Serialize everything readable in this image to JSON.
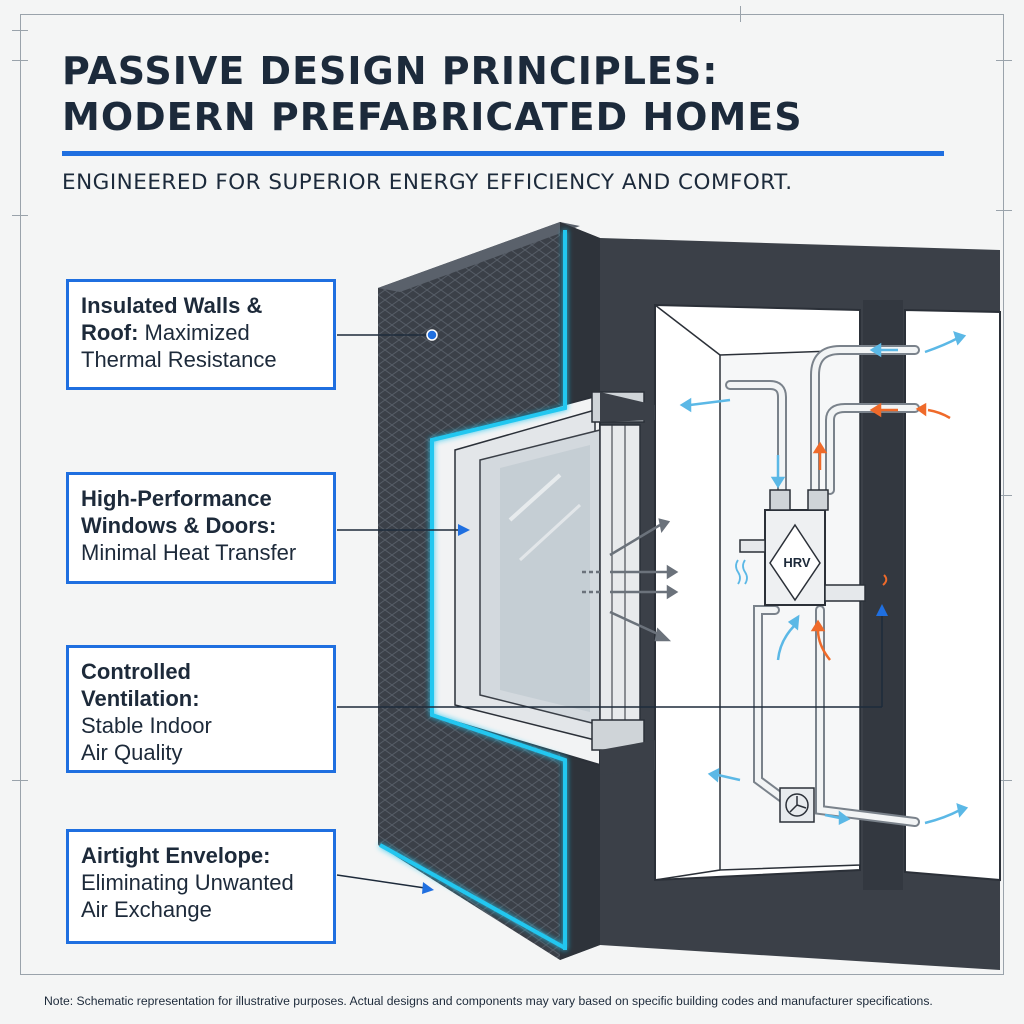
{
  "header": {
    "title_line1": "Passive Design Principles:",
    "title_line2": "Modern Prefabricated Homes",
    "subtitle": "Engineered for Superior Energy Efficiency and Comfort."
  },
  "callouts": [
    {
      "heading": "Insulated Walls &",
      "heading_cont": "Roof:",
      "body_inline": "Maximized",
      "body": "Thermal Resistance"
    },
    {
      "heading": "High-Performance",
      "heading_cont": "Windows & Doors:",
      "body": "Minimal Heat Transfer"
    },
    {
      "heading": "Controlled",
      "heading_cont": "Ventilation:",
      "body": "Stable Indoor",
      "body_cont": "Air Quality"
    },
    {
      "heading": "Airtight Envelope:",
      "body": "Eliminating Unwanted",
      "body_cont": "Air Exchange"
    }
  ],
  "hrv": {
    "label": "HRV"
  },
  "footnote": "Note: Schematic representation for illustrative purposes. Actual designs and components may vary based on specific building codes and manufacturer specifications.",
  "colors": {
    "accent_blue": "#1f6fe0",
    "glow_cyan": "#22c7f0",
    "wall_dark": "#3a3f47",
    "warm_arrow": "#ef6a2a",
    "cool_arrow": "#5bb8e6",
    "title_dark": "#1c2a3b"
  },
  "icons": [
    "lungs-icon",
    "fan-icon",
    "arrow-pointer-icon"
  ]
}
